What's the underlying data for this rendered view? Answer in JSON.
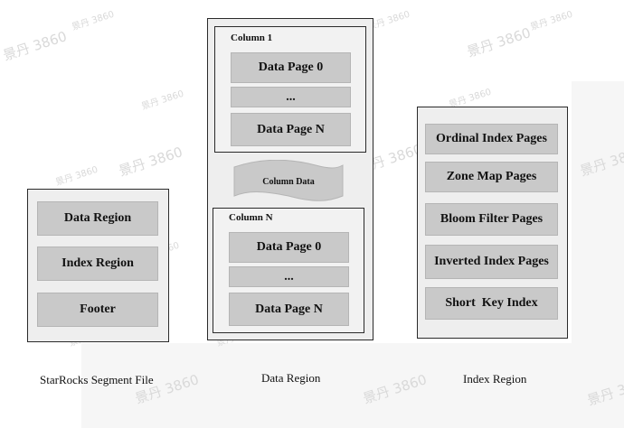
{
  "segment_file": {
    "blocks": [
      "Data Region",
      "Index Region",
      "Footer"
    ],
    "caption": "StarRocks Segment File"
  },
  "data_region": {
    "column1": {
      "title": "Column 1",
      "pages": [
        "Data Page 0",
        "...",
        "Data Page N"
      ]
    },
    "banner": "Column Data",
    "columnN": {
      "title": "Column N",
      "pages": [
        "Data Page 0",
        "...",
        "Data Page N"
      ]
    },
    "caption": "Data Region"
  },
  "index_region": {
    "blocks": [
      "Ordinal Index Pages",
      "Zone Map Pages",
      "Bloom Filter Pages",
      "Inverted Index Pages",
      "Short  Key Index"
    ],
    "caption": "Index Region"
  },
  "watermark": "景丹 3860"
}
